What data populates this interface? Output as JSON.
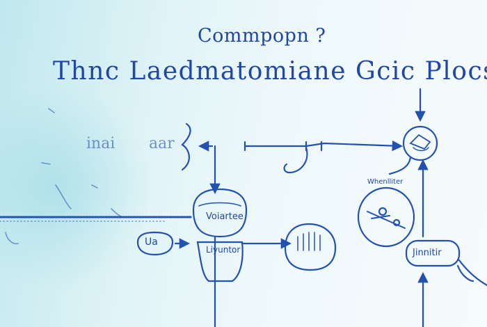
{
  "title": "Commpopn ?",
  "subtitle": "Thnc Laedmatomiane Gcic Plocss",
  "labels": {
    "inai": "inai",
    "aar": "aar",
    "voiartee": "Voiartee",
    "liyuntor": "Liyuntor",
    "khenliter": "Whenlliter",
    "jinnitir": "Jinnitir",
    "ua": "Ua"
  },
  "colors": {
    "ink": "#1f47a3",
    "line": "#2351b0",
    "bg_left": "#bfe8ee",
    "bg_right": "#f6fbfd"
  }
}
